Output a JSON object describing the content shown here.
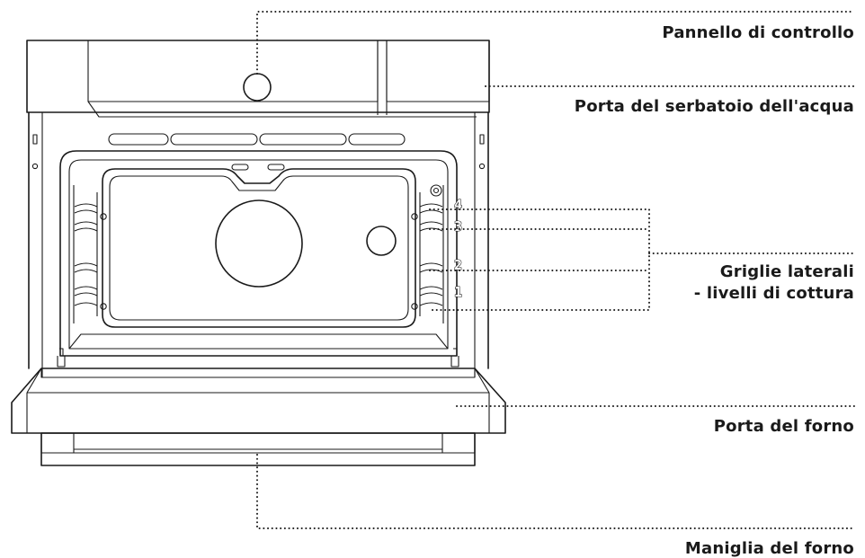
{
  "callouts": {
    "control_panel": "Pannello di controllo",
    "water_tank_door": "Porta del serbatoio dell'acqua",
    "side_racks_line1": "Griglie laterali",
    "side_racks_line2": "- livelli di cottura",
    "oven_door": "Porta del forno",
    "oven_handle": "Maniglia del forno"
  },
  "rack_levels": [
    "4",
    "3",
    "2",
    "1"
  ]
}
